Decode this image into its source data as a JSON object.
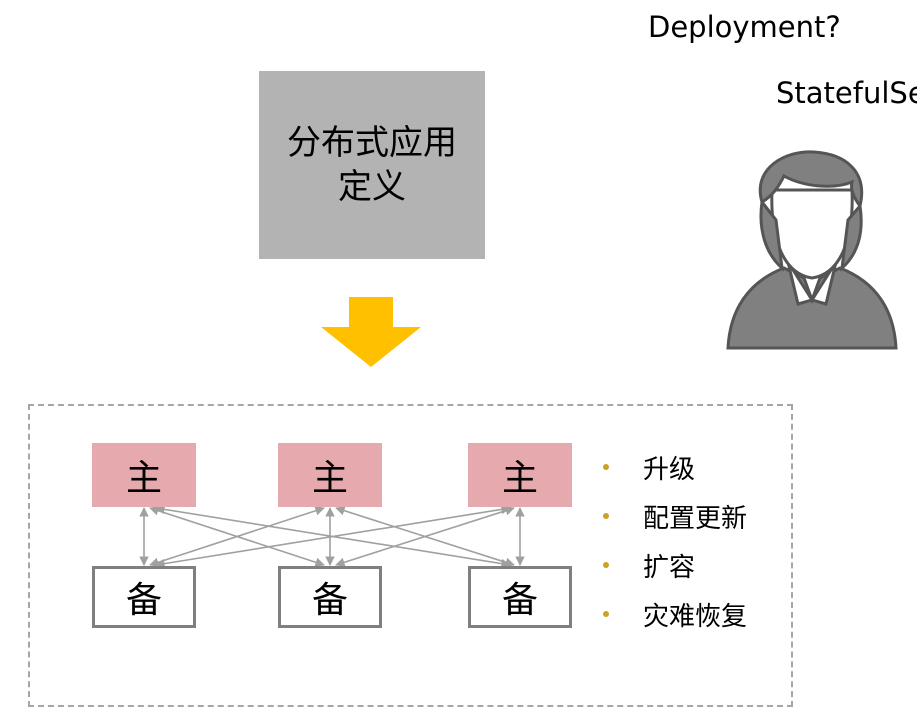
{
  "header": {
    "question_1": "Deployment?",
    "question_2": "StatefulSe"
  },
  "app_definition": {
    "line_1": "分布式应用",
    "line_2": "定义"
  },
  "cluster": {
    "primary_label": "主",
    "standby_label": "备",
    "primaries": [
      "主",
      "主",
      "主"
    ],
    "standbys": [
      "备",
      "备",
      "备"
    ]
  },
  "operations": [
    "升级",
    "配置更新",
    "扩容",
    "灾难恢复"
  ],
  "colors": {
    "app_box": "#b3b3b3",
    "primary_fill": "#e6a9ad",
    "arrow": "#ffc000",
    "bullet": "#c9a227",
    "avatar": "#808080",
    "frame": "#a6a6a6"
  },
  "icons": {
    "user": "user-avatar-icon",
    "flow": "down-arrow-icon"
  }
}
